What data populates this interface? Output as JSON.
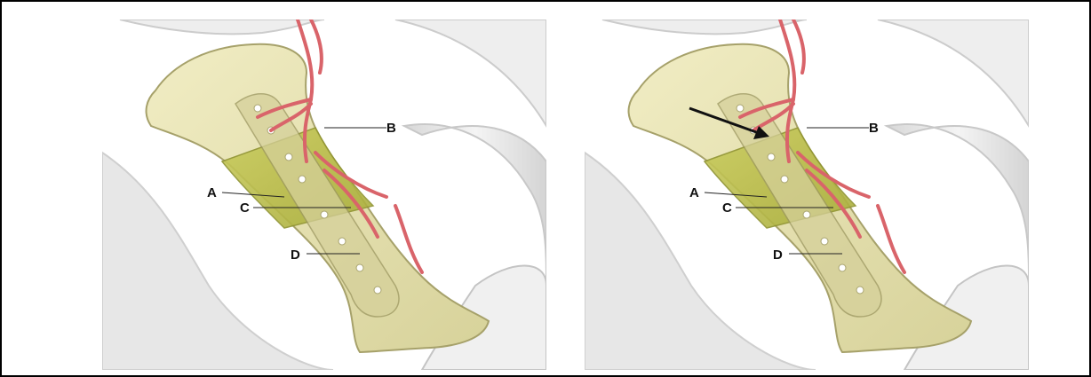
{
  "figure": {
    "panels": [
      {
        "id": "left",
        "labels": {
          "A": "A",
          "B": "B",
          "C": "C",
          "D": "D"
        },
        "has_arrow": false
      },
      {
        "id": "right",
        "labels": {
          "A": "A",
          "B": "B",
          "C": "C",
          "D": "D"
        },
        "has_arrow": true
      }
    ]
  },
  "colors": {
    "frame": "#000000",
    "bone": "#e9e5b8",
    "bone_dark": "#c9c48e",
    "graft": "#bfc24e",
    "vessel": "#d9646a",
    "soft_tissue": "#ececec",
    "plate_hole": "#ffffff"
  }
}
